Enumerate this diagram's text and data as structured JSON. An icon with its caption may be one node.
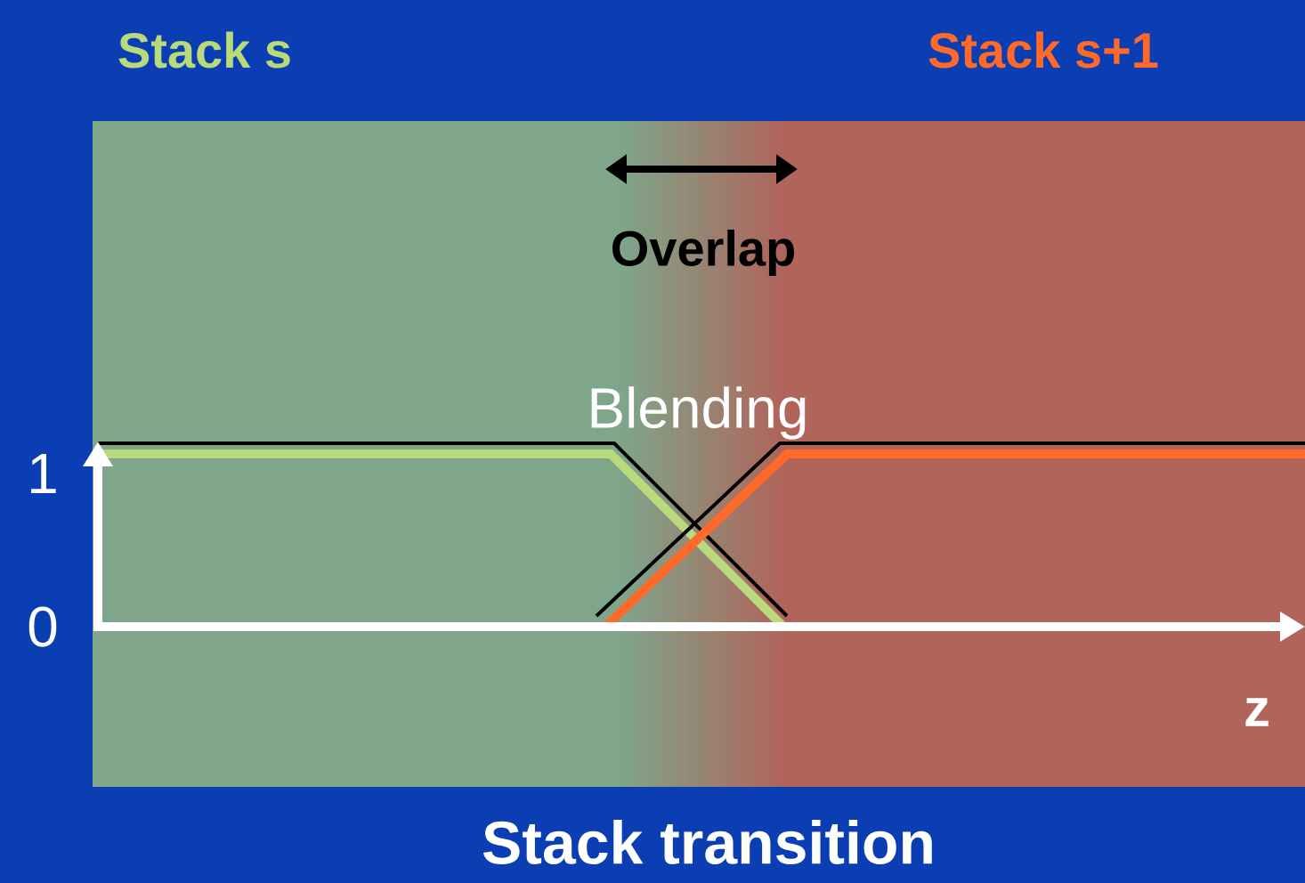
{
  "diagram": {
    "caption": "Stack transition",
    "labels": [
      "Stack s",
      "Stack s+1",
      "Overlap",
      "Blending",
      "1",
      "0",
      "z"
    ]
  }
}
